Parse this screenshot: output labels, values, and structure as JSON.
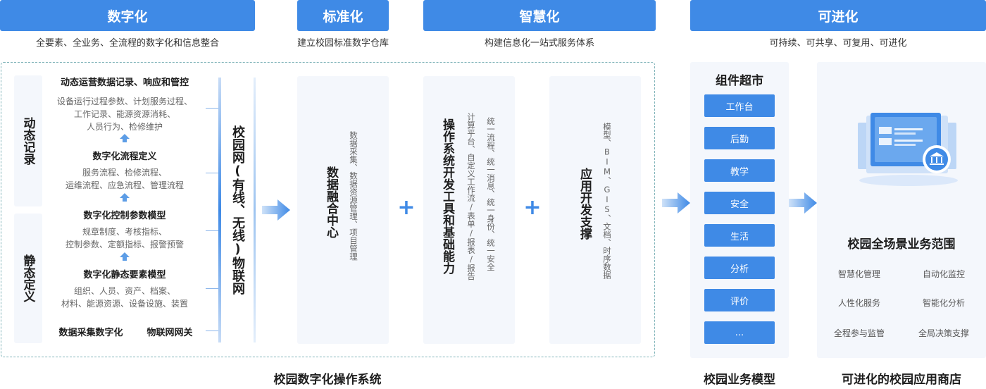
{
  "headers": {
    "digital": "数字化",
    "standard": "标准化",
    "smart": "智慧化",
    "evolvable": "可进化"
  },
  "subtitles": {
    "digital": "全要素、全业务、全流程的数字化和信息整合",
    "standard": "建立校园标准数字仓库",
    "smart": "构建信息化一站式服务体系",
    "evolvable": "可持续、可共享、可复用、可进化"
  },
  "left": {
    "dynamic_label": "动态记录",
    "static_label": "静态定义",
    "groups": [
      {
        "title": "动态运营数据记录、响应和管控",
        "desc": [
          "设备运行过程参数、计划服务过程、",
          "工作记录、能源资源消耗、",
          "人员行为、检修维护"
        ]
      },
      {
        "title": "数字化流程定义",
        "desc": [
          "服务流程、检修流程、",
          "运维流程、应急流程、管理流程"
        ]
      },
      {
        "title": "数字化控制参数模型",
        "desc": [
          "规章制度、考核指标、",
          "控制参数、定额指标、报警预警"
        ]
      },
      {
        "title": "数字化静态要素模型",
        "desc": [
          "组织、人员、资产、档案、",
          "材料、能源资源、设备设施、装置"
        ]
      }
    ],
    "bottom_left": "数据采集数字化",
    "bottom_right": "物联网网关",
    "network": "校园网(有线、无线)物联网"
  },
  "data_center": {
    "title": "数据融合中心",
    "desc_col1": "数据采集、数据资源管理、项目管理"
  },
  "os_tools": {
    "title": "操作系统开发工具和基础能力",
    "col1": "计算平台、自定义工作流/表单/报表/报告",
    "col2": "统一流程、统一消息、统一身份、统一安全"
  },
  "app_dev": {
    "title": "应用开发支撑",
    "col1": "模型、BIM、GIS、文档、时序数据"
  },
  "plus": "+",
  "components": {
    "title": "组件超市",
    "items": [
      "工作台",
      "后勤",
      "教学",
      "安全",
      "生活",
      "分析",
      "评价",
      "..."
    ]
  },
  "scope": {
    "title": "校园全场景业务范围",
    "items": [
      "智慧化管理",
      "自动化监控",
      "人性化服务",
      "智能化分析",
      "全程参与监管",
      "全局决策支撑"
    ]
  },
  "footers": {
    "os": "校园数字化操作系统",
    "model": "校园业务模型",
    "store": "可进化的校园应用商店"
  },
  "colors": {
    "accent": "#3f8ae6",
    "panel": "#f4f7fc",
    "dashed_border": "#7fb3b8"
  }
}
